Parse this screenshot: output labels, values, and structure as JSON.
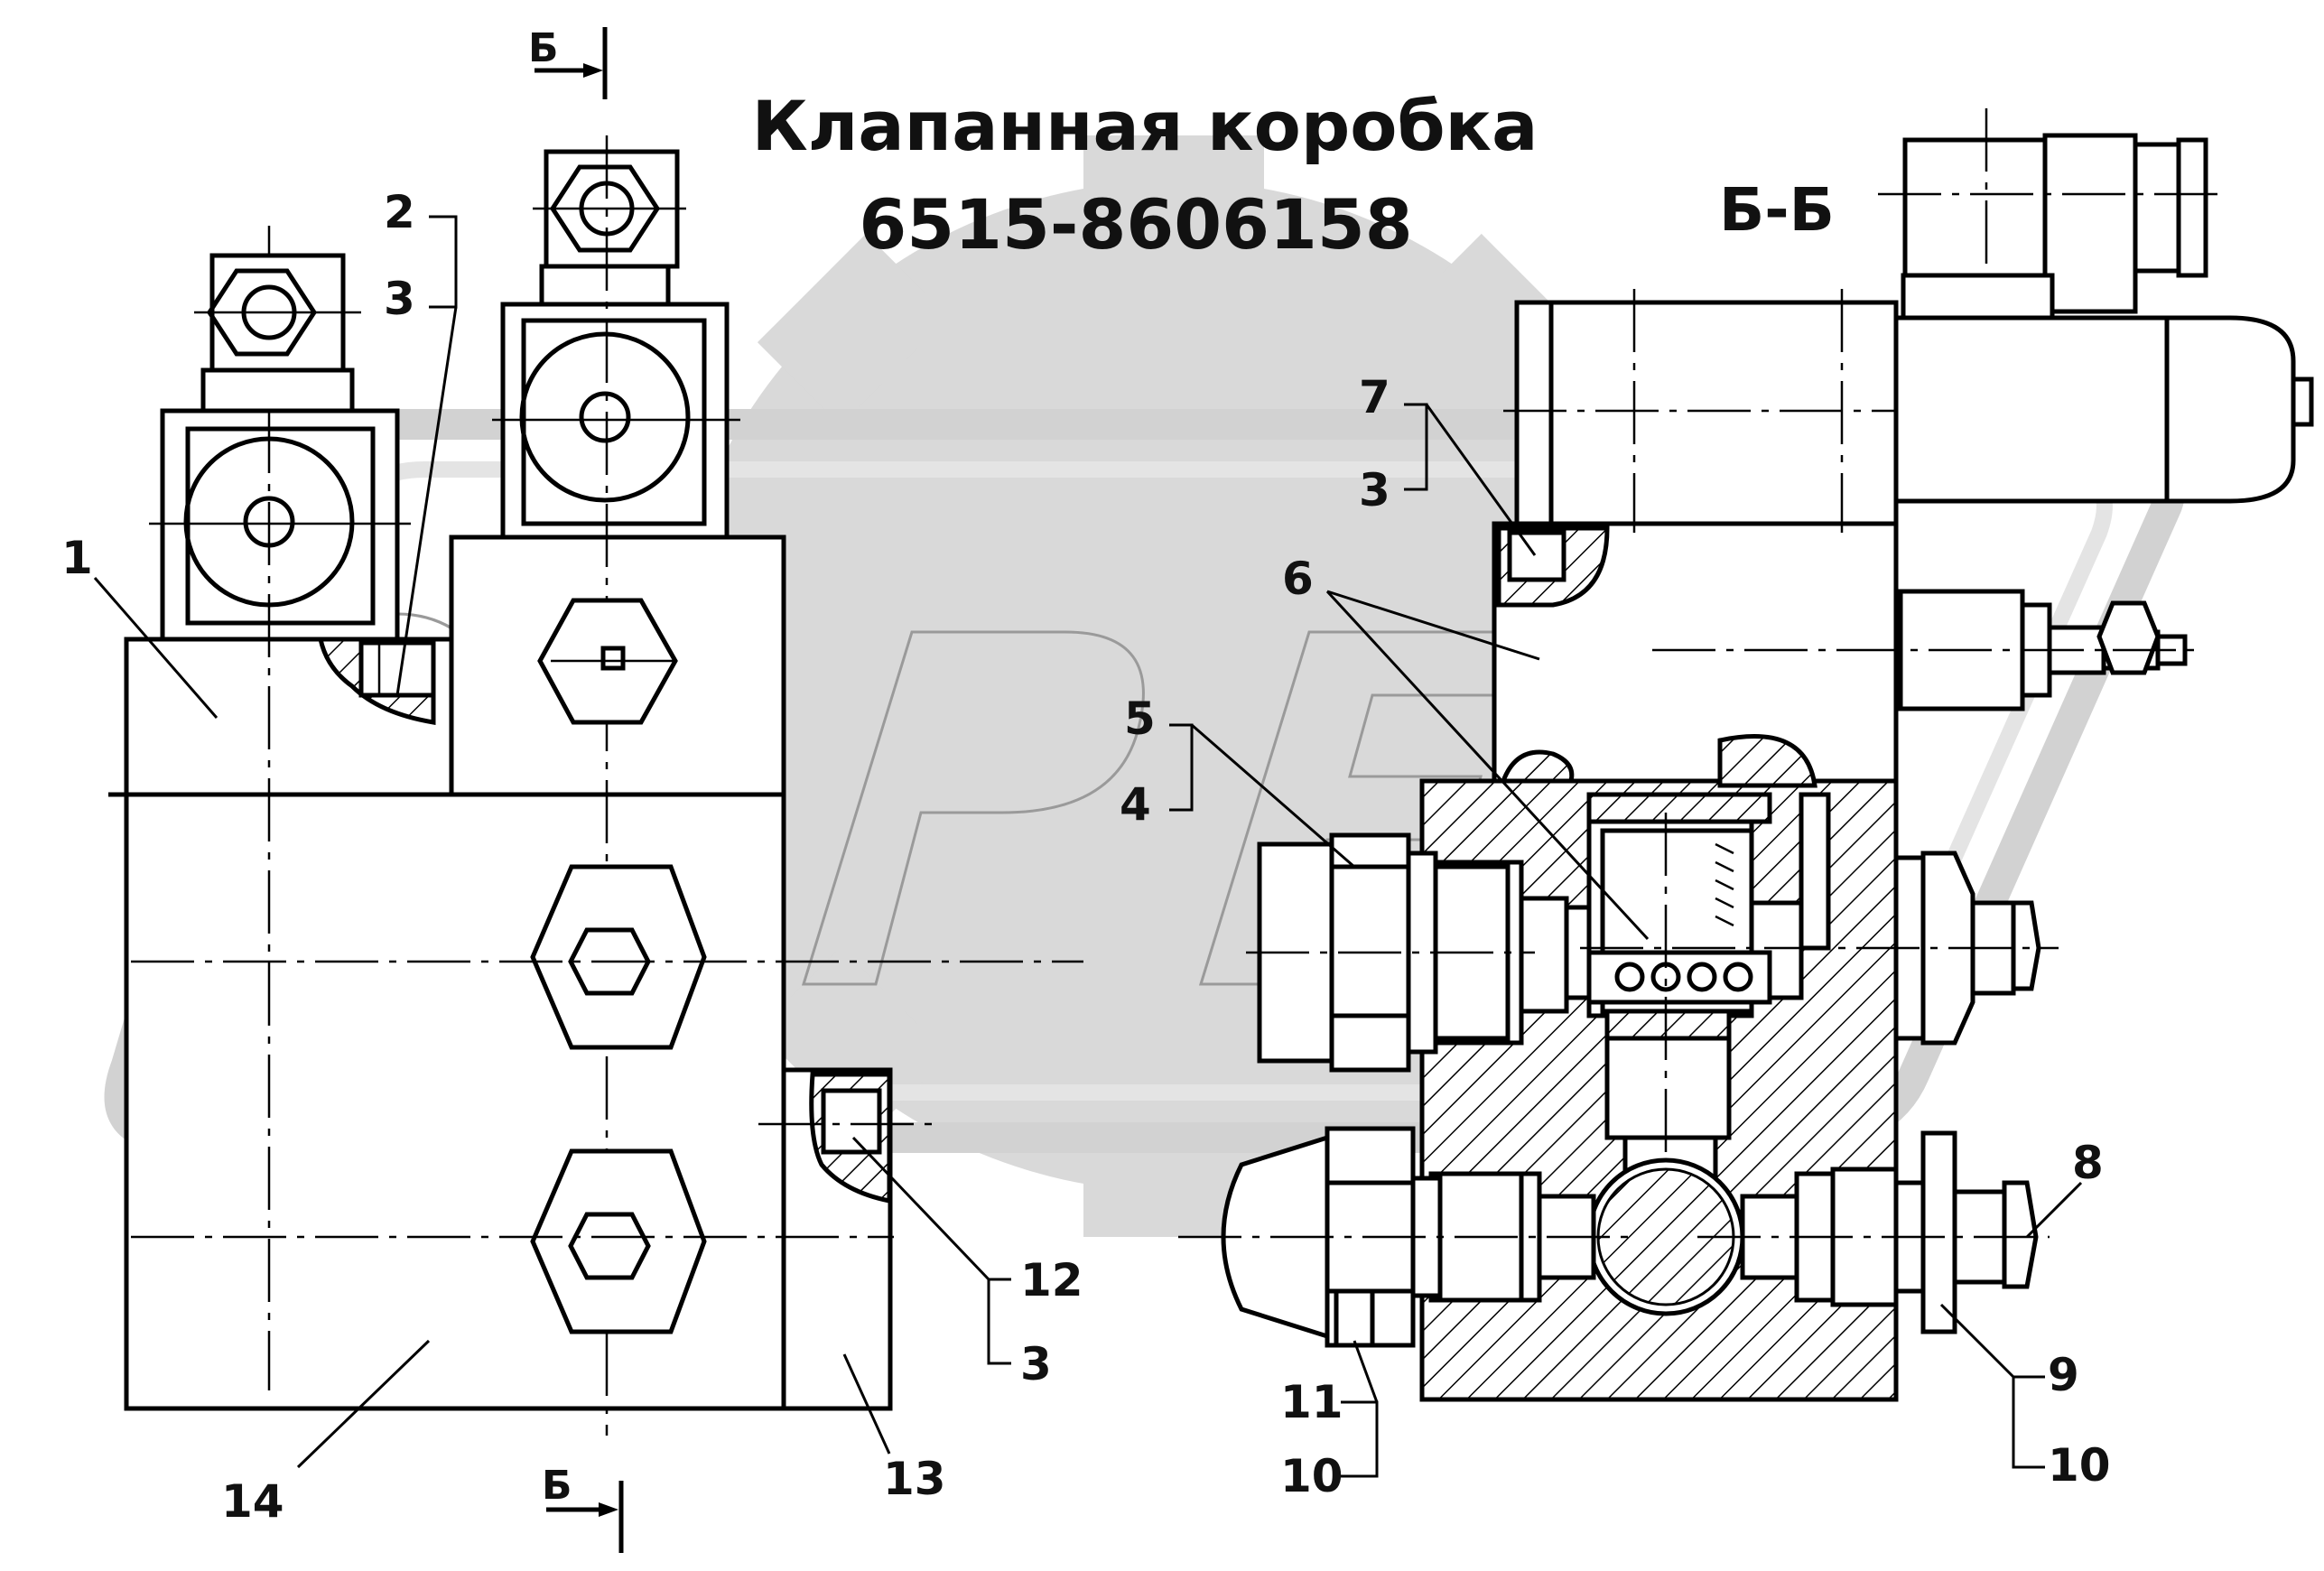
{
  "diagram": {
    "title_line1": "Клапанная коробка",
    "title_line2": "6515-8606158",
    "section_label": "Б-Б",
    "cut_mark": "Б",
    "callouts": {
      "c1": "1",
      "c2": "2",
      "c3a": "3",
      "c3b": "3",
      "c3c": "3",
      "c4": "4",
      "c5": "5",
      "c6": "6",
      "c7": "7",
      "c8": "8",
      "c9": "9",
      "c10a": "10",
      "c10b": "10",
      "c11": "11",
      "c12": "12",
      "c13": "13",
      "c14": "14"
    },
    "colors": {
      "line": "#000000",
      "watermark": "#d9d9d9",
      "background": "#ffffff"
    }
  }
}
